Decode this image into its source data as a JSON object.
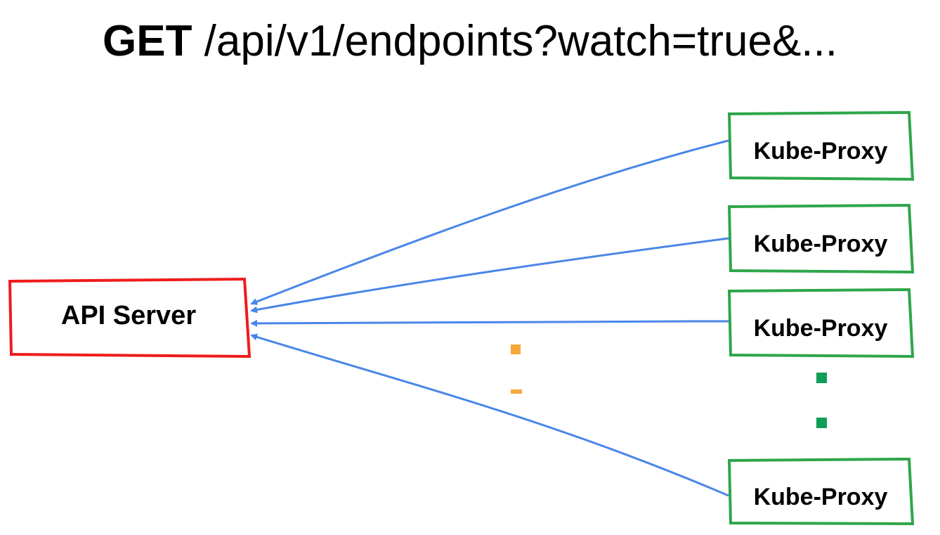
{
  "title": {
    "method": "GET",
    "path": " /api/v1/endpoints?watch=true&..."
  },
  "api_server": {
    "label": "API Server",
    "border_color": "#ee1c1c"
  },
  "kube_proxies": [
    {
      "label": "Kube-Proxy"
    },
    {
      "label": "Kube-Proxy"
    },
    {
      "label": "Kube-Proxy"
    },
    {
      "label": "Kube-Proxy"
    }
  ],
  "colors": {
    "proxy_border": "#2ea64a",
    "arrow": "#4a86e8",
    "orange_dots": "#f6a73a",
    "green_dots": "#0f9d58"
  }
}
